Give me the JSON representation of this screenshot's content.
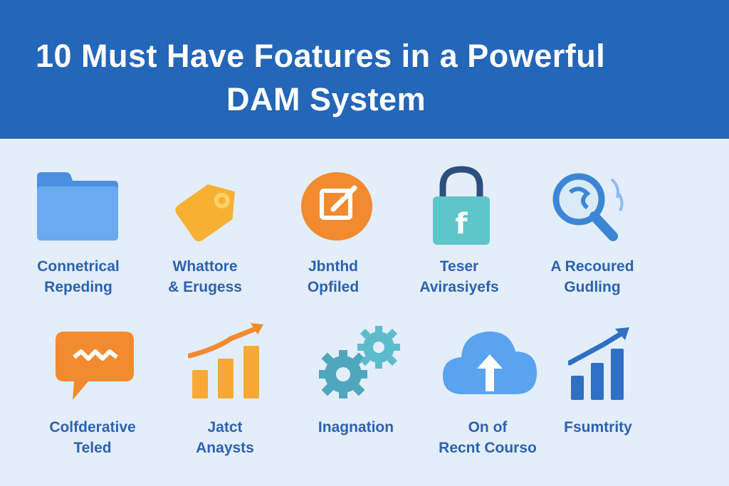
{
  "title": {
    "line1": "10 Must Have Foatures in a Powerful",
    "line2": "DAM System"
  },
  "features": [
    {
      "icon": "folder-icon",
      "line1": "Connetrical",
      "line2": "Repeding"
    },
    {
      "icon": "tag-icon",
      "line1": "Whattore",
      "line2": "& Erugess"
    },
    {
      "icon": "edit-icon",
      "line1": "Jbnthd",
      "line2": "Opfiled"
    },
    {
      "icon": "lock-icon",
      "line1": "Teser",
      "line2": "Avirasiyefs"
    },
    {
      "icon": "search-icon",
      "line1": "A Recoured",
      "line2": "Gudling"
    },
    {
      "icon": "chat-bubble-icon",
      "line1": "Colfderative",
      "line2": "Teled"
    },
    {
      "icon": "bar-chart-icon",
      "line1": "Jatct",
      "line2": "Anaysts"
    },
    {
      "icon": "gears-icon",
      "line1": "Inagnation",
      "line2": ""
    },
    {
      "icon": "cloud-upload-icon",
      "line1": "On of",
      "line2": "Recnt Courso"
    },
    {
      "icon": "growth-chart-icon",
      "line1": "Fsumtrity",
      "line2": ""
    }
  ],
  "colors": {
    "header": "#2466b8",
    "background": "#e3eefa",
    "label": "#2c62b0",
    "blue": "#4a90e2",
    "orange": "#f28a30",
    "teal": "#4fb3c4"
  }
}
